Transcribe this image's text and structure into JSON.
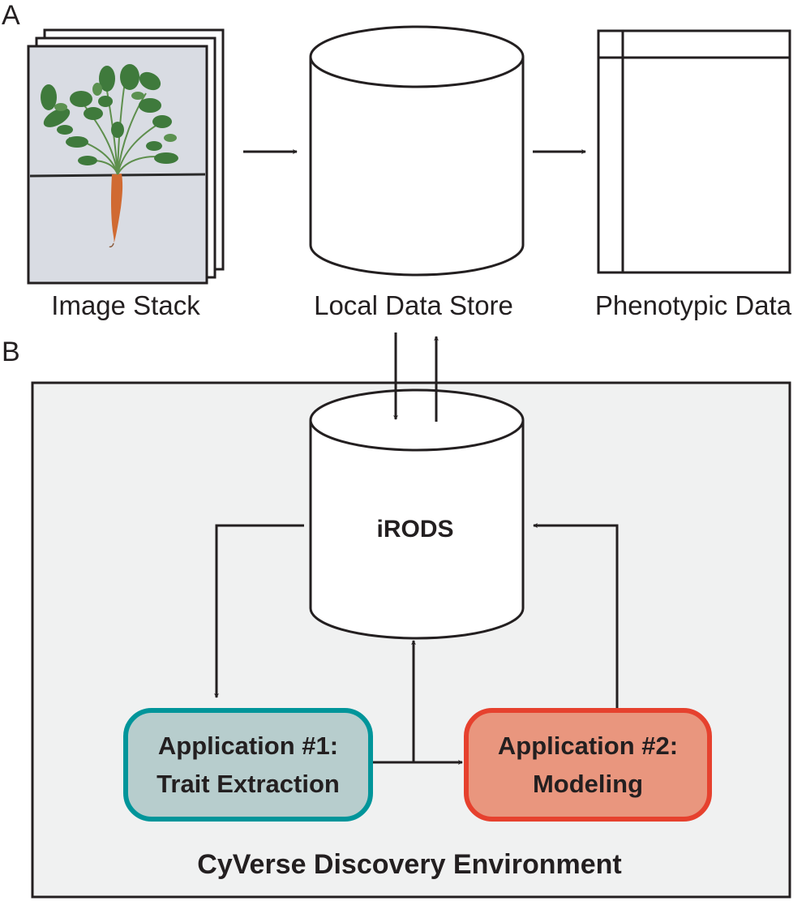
{
  "panels": {
    "a_label": "A",
    "b_label": "B"
  },
  "panel_a": {
    "image_stack_label": "Image Stack",
    "local_store_label": "Local Data Store",
    "phenotypic_label": "Phenotypic Data"
  },
  "panel_b": {
    "irods_label": "iRODS",
    "app1_line1": "Application #1:",
    "app1_line2": "Trait Extraction",
    "app2_line1": "Application #2:",
    "app2_line2": "Modeling",
    "environment_label": "CyVerse Discovery Environment"
  },
  "colors": {
    "line": "#231f20",
    "environment_fill": "#f0f1f1",
    "app1_fill": "#b7cdcd",
    "app1_border": "#00959a",
    "app2_fill": "#e9967e",
    "app2_border": "#e6412e",
    "photo_background": "#d9dce3",
    "carrot_root": "#d06a32",
    "foliage": "#3f7a3c"
  }
}
